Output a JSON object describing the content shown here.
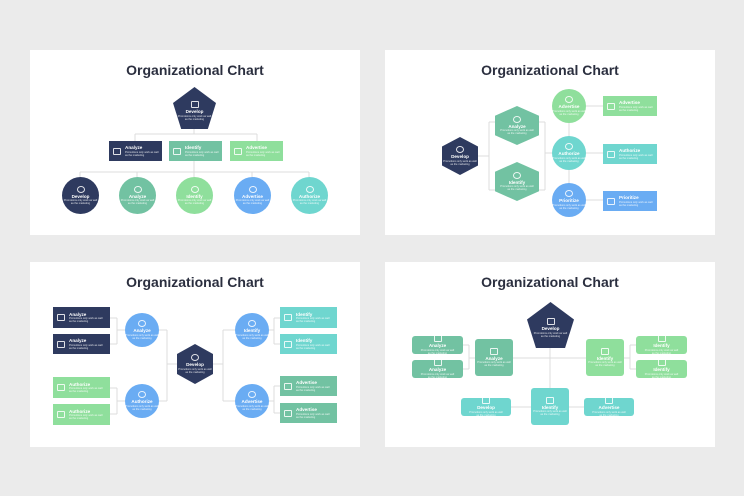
{
  "colors": {
    "navy": "#2e3a5f",
    "teal": "#72c2a2",
    "green": "#8fdf9c",
    "blue": "#6aacf3",
    "cyan": "#6fd6cf"
  },
  "slides": [
    {
      "title": "Organizational Chart",
      "nodes": [
        {
          "label": "Develop",
          "desc": "Promotions only work as well as the marketing",
          "color": "navy",
          "icon": "books-icon"
        },
        {
          "label": "Analyze",
          "desc": "Promotions only work as well as the marketing",
          "color": "navy",
          "icon": "clipboard-icon"
        },
        {
          "label": "Identify",
          "desc": "Promotions only work as well as the marketing",
          "color": "teal",
          "icon": "piggy-bank-icon"
        },
        {
          "label": "Advertise",
          "desc": "Promotions only work as well as the marketing",
          "color": "green",
          "icon": "chart-icon"
        },
        {
          "label": "Develop",
          "desc": "Promotions only work as well as the marketing",
          "color": "navy",
          "icon": "gear-icon"
        },
        {
          "label": "Analyze",
          "desc": "Promotions only work as well as the marketing",
          "color": "teal",
          "icon": "diamond-icon"
        },
        {
          "label": "Identify",
          "desc": "Promotions only work as well as the marketing",
          "color": "green",
          "icon": "hand-icon"
        },
        {
          "label": "Advertise",
          "desc": "Promotions only work as well as the marketing",
          "color": "blue",
          "icon": "gear-icon"
        },
        {
          "label": "Authorize",
          "desc": "Promotions only work as well as the marketing",
          "color": "cyan",
          "icon": "user-icon"
        }
      ]
    },
    {
      "title": "Organizational Chart",
      "nodes": [
        {
          "label": "Develop",
          "desc": "Promotions only work as well as the marketing",
          "color": "navy",
          "icon": "clock-icon"
        },
        {
          "label": "Analyze",
          "desc": "Promotions only work as well as the marketing",
          "color": "teal",
          "icon": "clock-icon"
        },
        {
          "label": "Identify",
          "desc": "Promotions only work as well as the marketing",
          "color": "teal",
          "icon": "clock-icon"
        },
        {
          "label": "Advertise",
          "desc": "Promotions only work as well as the marketing",
          "color": "green",
          "icon": "chart-icon"
        },
        {
          "label": "Authorize",
          "desc": "Promotions only work as well as the marketing",
          "color": "cyan",
          "icon": "chart-icon"
        },
        {
          "label": "Prioritize",
          "desc": "Promotions only work as well as the marketing",
          "color": "blue",
          "icon": "chart-icon"
        },
        {
          "label": "Advertise",
          "desc": "Promotions only work as well as the marketing",
          "color": "green",
          "icon": "growth-chart-icon"
        },
        {
          "label": "Authorize",
          "desc": "Promotions only work as well as the marketing",
          "color": "cyan",
          "icon": "growth-chart-icon"
        },
        {
          "label": "Prioritize",
          "desc": "Promotions only work as well as the marketing",
          "color": "blue",
          "icon": "growth-chart-icon"
        }
      ]
    },
    {
      "title": "Organizational Chart",
      "nodes": [
        {
          "label": "Develop",
          "desc": "Promotions only work as well as the marketing",
          "color": "navy",
          "icon": "devices-icon"
        },
        {
          "label": "Analyze",
          "desc": "Promotions only work as well as the marketing",
          "color": "blue",
          "icon": "phone-icon"
        },
        {
          "label": "Authorize",
          "desc": "Promotions only work as well as the marketing",
          "color": "blue",
          "icon": "phone-icon"
        },
        {
          "label": "Identify",
          "desc": "Promotions only work as well as the marketing",
          "color": "blue",
          "icon": "phone-icon"
        },
        {
          "label": "Advertise",
          "desc": "Promotions only work as well as the marketing",
          "color": "blue",
          "icon": "phone-icon"
        },
        {
          "label": "Analyze",
          "desc": "Promotions only work as well as the marketing",
          "color": "navy",
          "icon": "camera-icon"
        },
        {
          "label": "Analyze",
          "desc": "Promotions only work as well as the marketing",
          "color": "navy",
          "icon": "inbox-icon"
        },
        {
          "label": "Authorize",
          "desc": "Promotions only work as well as the marketing",
          "color": "green",
          "icon": "shield-icon"
        },
        {
          "label": "Authorize",
          "desc": "Promotions only work as well as the marketing",
          "color": "green",
          "icon": "umbrella-icon"
        },
        {
          "label": "Identify",
          "desc": "Promotions only work as well as the marketing",
          "color": "cyan",
          "icon": "calculator-icon"
        },
        {
          "label": "Identify",
          "desc": "Promotions only work as well as the marketing",
          "color": "cyan",
          "icon": "calendar-icon"
        },
        {
          "label": "Advertise",
          "desc": "Promotions only work as well as the marketing",
          "color": "teal",
          "icon": "monitor-icon"
        },
        {
          "label": "Advertise",
          "desc": "Promotions only work as well as the marketing",
          "color": "teal",
          "icon": "phone-icon"
        }
      ]
    },
    {
      "title": "Organizational Chart",
      "nodes": [
        {
          "label": "Develop",
          "desc": "Promotions only work as well as the marketing",
          "color": "navy",
          "icon": "magnifier-icon"
        },
        {
          "label": "Analyze",
          "desc": "Promotions only work as well as the marketing",
          "color": "teal",
          "icon": "browser-icon"
        },
        {
          "label": "Identify",
          "desc": "Promotions only work as well as the marketing",
          "color": "green",
          "icon": "browser-icon"
        },
        {
          "label": "Identify",
          "desc": "Promotions only work as well as the marketing",
          "color": "cyan",
          "icon": "browser-icon"
        },
        {
          "label": "Analyze",
          "desc": "Promotions only work as well as the marketing",
          "color": "teal",
          "icon": "camera-icon"
        },
        {
          "label": "Analyze",
          "desc": "Promotions only work as well as the marketing",
          "color": "teal",
          "icon": "inbox-icon"
        },
        {
          "label": "Identify",
          "desc": "Promotions only work as well as the marketing",
          "color": "green",
          "icon": "calculator-icon"
        },
        {
          "label": "Identify",
          "desc": "Promotions only work as well as the marketing",
          "color": "green",
          "icon": "calendar-icon"
        },
        {
          "label": "Develop",
          "desc": "Promotions only work as well as the marketing",
          "color": "cyan",
          "icon": "calendar-icon"
        },
        {
          "label": "Advertise",
          "desc": "Promotions only work as well as the marketing",
          "color": "cyan",
          "icon": "calendar-icon"
        }
      ]
    }
  ]
}
